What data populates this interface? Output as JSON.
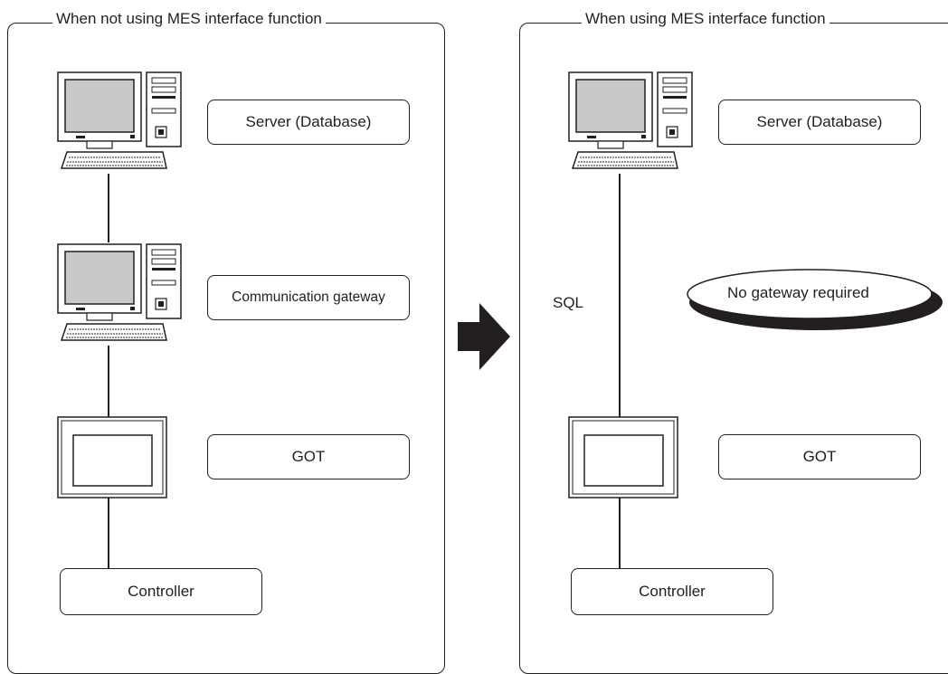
{
  "left_panel": {
    "title": "When not using MES interface function",
    "server_label": "Server (Database)",
    "gateway_label": "Communication gateway",
    "got_label": "GOT",
    "controller_label": "Controller"
  },
  "right_panel": {
    "title": "When using MES interface function",
    "server_label": "Server (Database)",
    "sql_label": "SQL",
    "no_gateway_label": "No gateway required",
    "got_label": "GOT",
    "controller_label": "Controller"
  }
}
